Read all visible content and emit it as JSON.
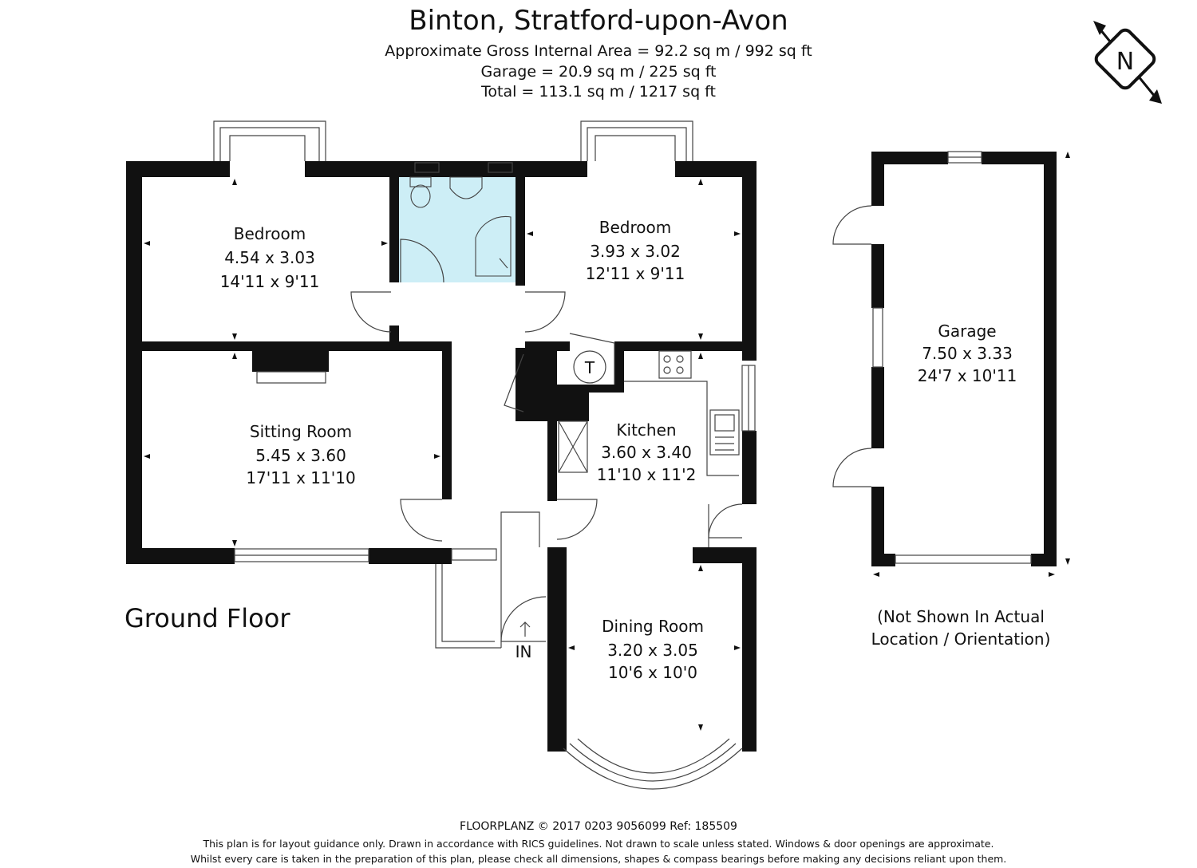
{
  "header": {
    "title": "Binton, Stratford-upon-Avon",
    "area_line": "Approximate Gross Internal Area = 92.2 sq m / 992 sq ft",
    "garage_line": "Garage = 20.9 sq m / 225 sq ft",
    "total_line": "Total = 113.1 sq m / 1217 sq ft"
  },
  "compass": {
    "letter": "N"
  },
  "floor_label": "Ground Floor",
  "entrance_label": "IN",
  "tank_label": "T",
  "rooms": {
    "bedroom1": {
      "name": "Bedroom",
      "metric": "4.54 x 3.03",
      "imperial": "14'11 x 9'11"
    },
    "bedroom2": {
      "name": "Bedroom",
      "metric": "3.93 x 3.02",
      "imperial": "12'11 x 9'11"
    },
    "sitting": {
      "name": "Sitting Room",
      "metric": "5.45 x 3.60",
      "imperial": "17'11 x 11'10"
    },
    "kitchen": {
      "name": "Kitchen",
      "metric": "3.60 x 3.40",
      "imperial": "11'10 x 11'2"
    },
    "dining": {
      "name": "Dining Room",
      "metric": "3.20 x 3.05",
      "imperial": "10'6 x 10'0"
    },
    "garage": {
      "name": "Garage",
      "metric": "7.50 x 3.33",
      "imperial": "24'7 x 10'11"
    }
  },
  "garage_note": {
    "line1": "(Not Shown In Actual",
    "line2": "Location / Orientation)"
  },
  "footer": {
    "line1": "FLOORPLANZ © 2017   0203 9056099   Ref: 185509",
    "line2": "This plan is for layout guidance only. Drawn in accordance with RICS guidelines. Not drawn to scale unless stated. Windows & door openings are approximate.",
    "line3": "Whilst every care is taken in the preparation of this plan, please check all dimensions, shapes & compass bearings before making any decisions reliant upon them."
  },
  "colors": {
    "wall": "#111111",
    "bathroom": "#cdeef6",
    "background": "#ffffff"
  }
}
